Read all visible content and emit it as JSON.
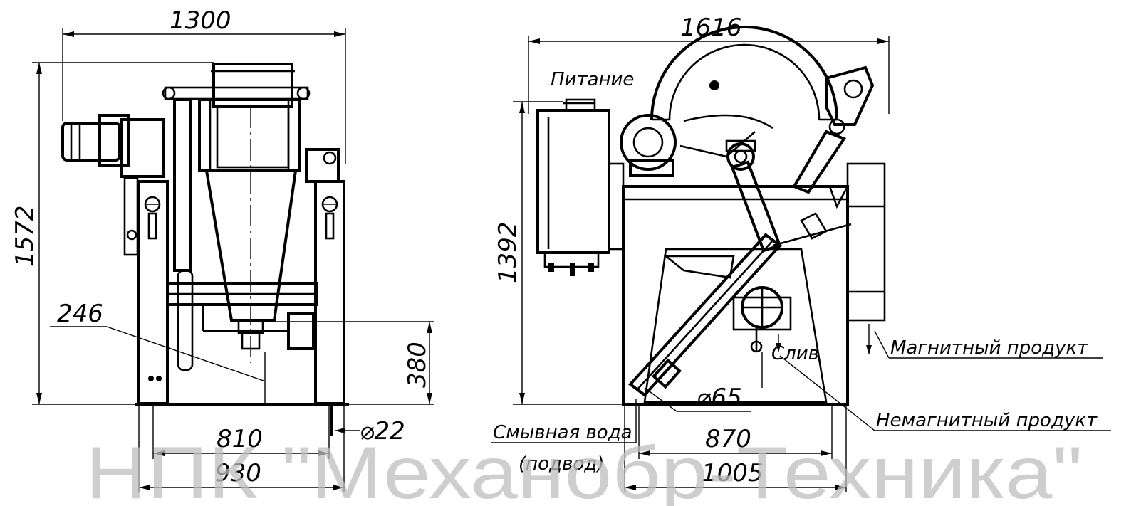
{
  "front_view": {
    "dims": {
      "width_overall": "1300",
      "height_overall": "1572",
      "offset": "246",
      "outlet_height": "380",
      "base_inner": "810",
      "base_outer": "930",
      "pipe_diameter": "⌀22"
    }
  },
  "side_view": {
    "dims": {
      "width_overall": "1616",
      "height": "1392",
      "base_inner": "870",
      "base_outer": "1005",
      "pipe_diameter": "⌀65"
    },
    "labels": {
      "feed": "Питание",
      "drain": "Слив",
      "magnetic_product": "Магнитный продукт",
      "nonmagnetic_product": "Немагнитный продукт",
      "wash_water": "Смывная вода",
      "wash_water_supply": "(подвод)"
    }
  },
  "watermark": "НПК \"Механобр-Техника\""
}
